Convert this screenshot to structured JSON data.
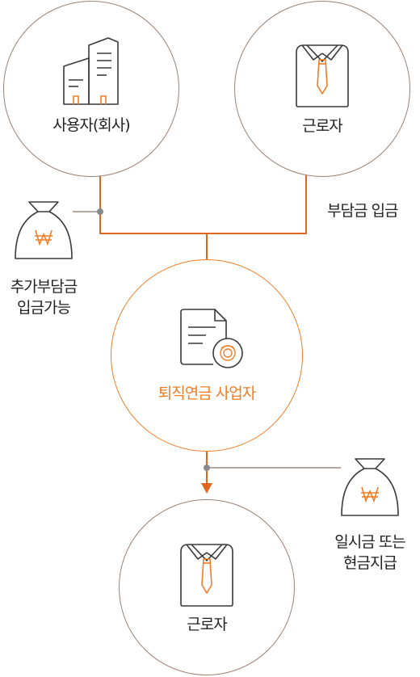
{
  "nodes": {
    "employer": {
      "label": "사용자(회사)"
    },
    "worker_top": {
      "label": "근로자"
    },
    "provider": {
      "label": "퇴직연금 사업자"
    },
    "worker_bottom": {
      "label": "근로자"
    }
  },
  "annotations": {
    "contribution": "부담금 입금",
    "additional": [
      "추가부담금",
      "입금가능"
    ],
    "payout": [
      "일시금 또는",
      "현금지급"
    ]
  },
  "icons": {
    "employer": "building-icon",
    "worker": "shirt-tie-icon",
    "provider": "document-seal-icon",
    "money": "money-bag-won-icon"
  },
  "colors": {
    "accent": "#f07d25",
    "flow_line": "#e0651e",
    "circle_border": "#9a8275",
    "connector_gray": "#9a8a80",
    "icon_stroke": "#3a3a3a"
  }
}
